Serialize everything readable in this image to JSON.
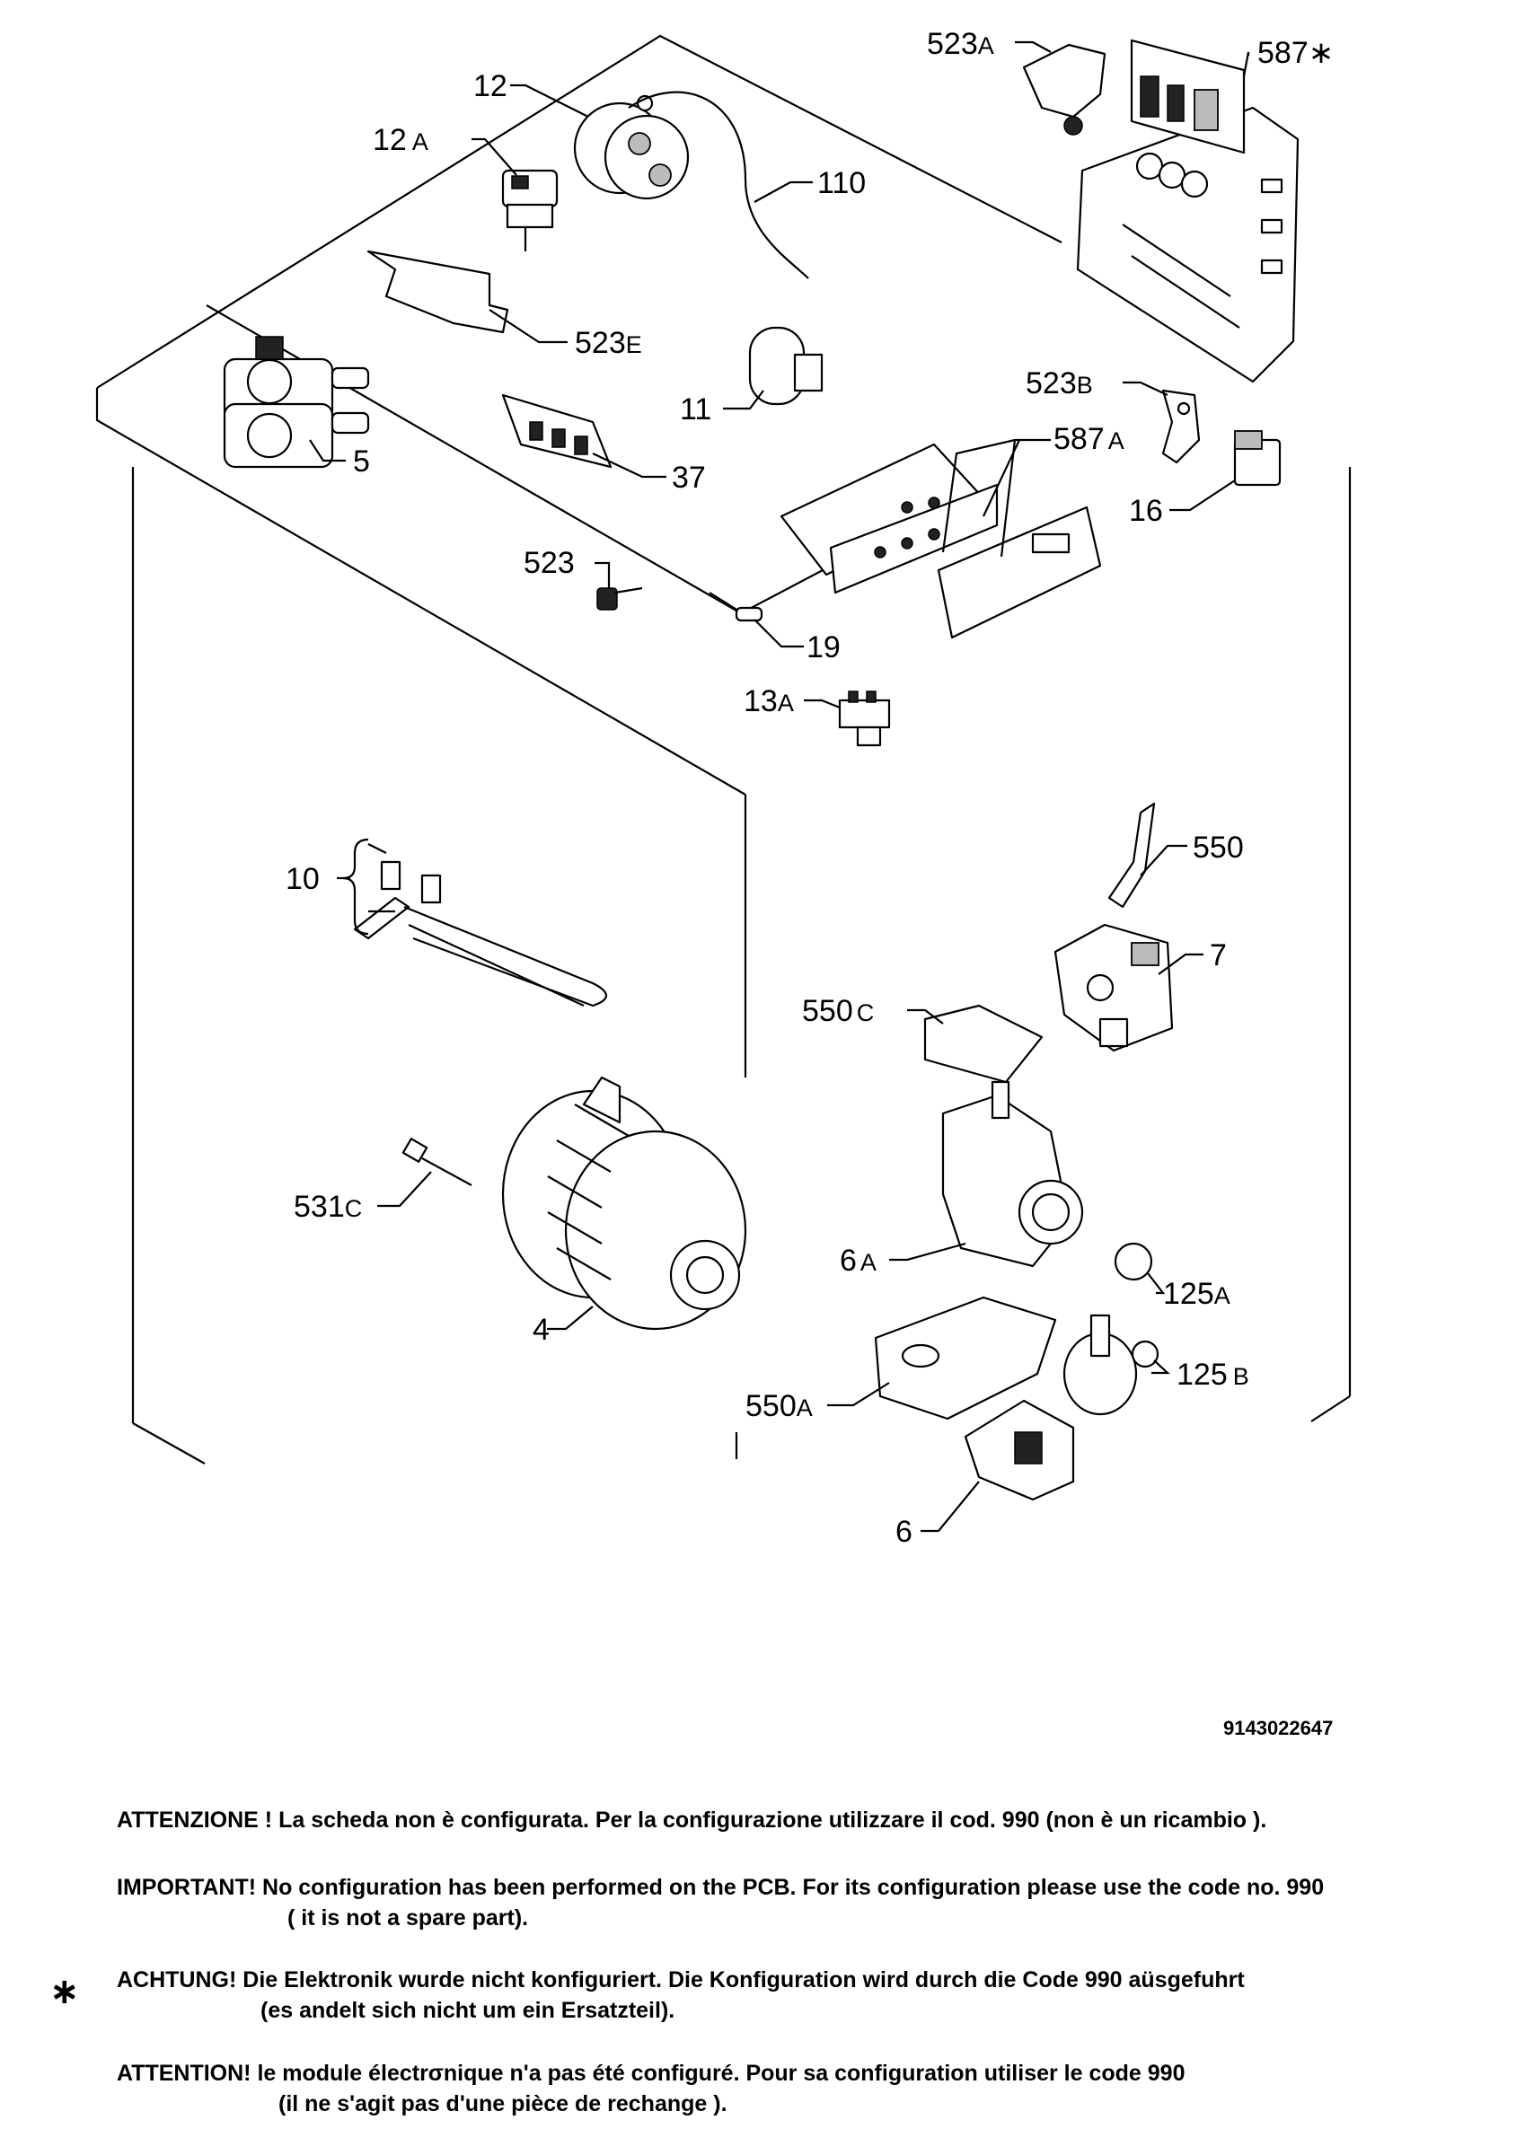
{
  "diagram": {
    "labels": {
      "l523a": "523",
      "l523a_s": "A",
      "l587": "587",
      "l587_s": "∗",
      "l12": "12",
      "l12a": "12",
      "l12a_s": "A",
      "l110": "110",
      "l523e": "523",
      "l523e_s": "E",
      "l11": "11",
      "l523b": "523",
      "l523b_s": "B",
      "l587a": "587",
      "l587a_s": "A",
      "l5": "5",
      "l37": "37",
      "l16": "16",
      "l523": "523",
      "l19": "19",
      "l13a": "13",
      "l13a_s": "A",
      "l550": "550",
      "l10": "10",
      "l7": "7",
      "l550c": "550",
      "l550c_s": "C",
      "l531c": "531",
      "l531c_s": "C",
      "l6a": "6",
      "l6a_s": "A",
      "l125a": "125",
      "l125a_s": "A",
      "l4": "4",
      "l125b": "125",
      "l125b_s": "B",
      "l550a": "550",
      "l550a_s": "A",
      "l6": "6"
    },
    "doc_number": "9143022647"
  },
  "notes": {
    "it": "ATTENZIONE ! La scheda non è  configurata. Per la configurazione utilizzare il cod. 990 (non è un ricambio ).",
    "en_1": "IMPORTANT! No configuration has been performed on the PCB. For its configuration please use the code no. 990",
    "en_2": "( it is not a spare part).",
    "star": "∗",
    "de_1": "ACHTUNG! Die Elektronik wurde nicht konfiguriert. Die Konfiguration wird durch die Code 990 aüsgefuhrt",
    "de_2": "(es andelt sich nicht um ein Ersatzteil).",
    "fr_1": "ATTENTION! le module électrσnique n'a pas été configuré. Pour  sa configuration utiliser le code 990",
    "fr_2": "(il ne s'agit pas d'une pièce de rechange )."
  }
}
